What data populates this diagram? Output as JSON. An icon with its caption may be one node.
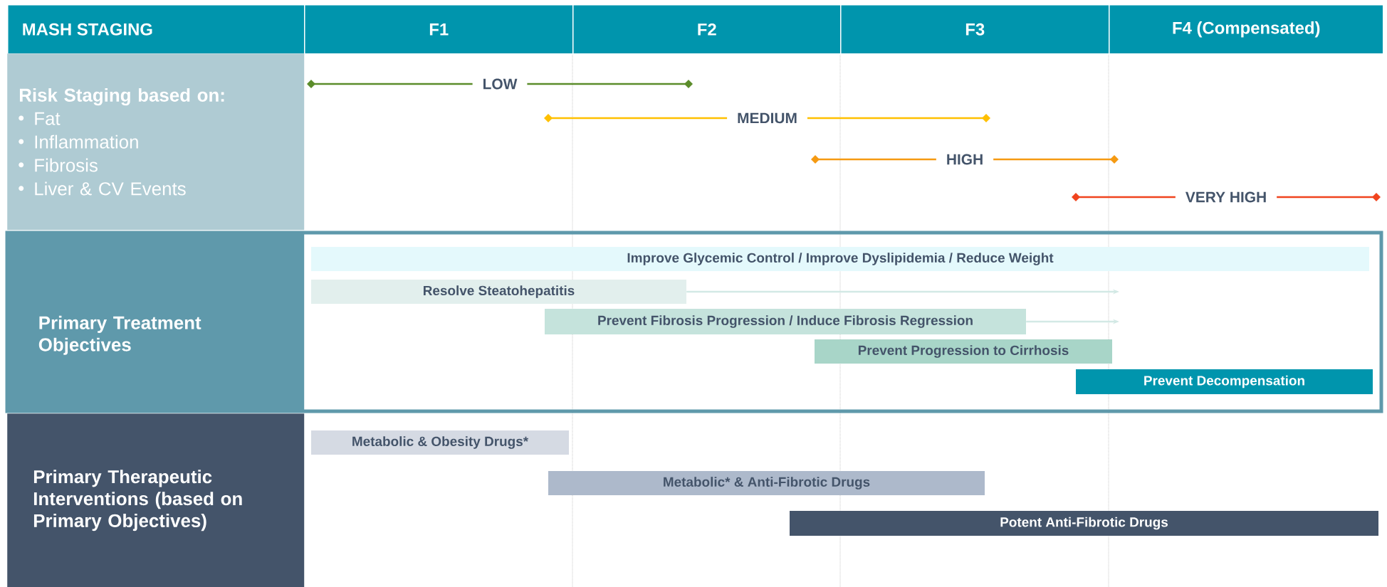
{
  "diagram": {
    "nodes": [
      {
        "text": [
          "MASH STAGING"
        ]
      },
      {
        "text": [
          "F1"
        ]
      },
      {
        "text": [
          "F2"
        ]
      },
      {
        "text": [
          "F3"
        ]
      },
      {
        "text": [
          "F4 (Compensated)"
        ]
      },
      {
        "text": [
          "Risk Staging based on:",
          "Fat",
          "Inflammation",
          "Fibrosis",
          "Liver & CV Events"
        ]
      },
      {
        "text": [
          "LOW"
        ]
      },
      {
        "text": [
          "MEDIUM"
        ]
      },
      {
        "text": [
          "HIGH"
        ]
      },
      {
        "text": [
          "VERY HIGH"
        ]
      },
      {
        "text": [
          "Primary Treatment Objectives"
        ]
      },
      {
        "text": [
          "Improve Glycemic Control / Improve Dyslipidemia / Reduce Weight"
        ]
      },
      {
        "text": [
          "Resolve Steatohepatitis"
        ]
      },
      {
        "text": [
          "Prevent Fibrosis Progression / Induce Fibrosis Regression"
        ]
      },
      {
        "text": [
          "Prevent Progression to Cirrhosis"
        ]
      },
      {
        "text": [
          "Prevent Decompensation"
        ]
      },
      {
        "text": [
          "Primary Therapeutic Interventions (based on Primary Objectives)"
        ]
      },
      {
        "text": [
          "Metabolic & Obesity Drugs*"
        ]
      },
      {
        "text": [
          "Metabolic* & Anti-Fibrotic Drugs"
        ]
      },
      {
        "text": [
          "Potent Anti-Fibrotic Drugs"
        ]
      }
    ],
    "edges": [
      {
        "from": 12,
        "to": null,
        "arrow": "to"
      },
      {
        "from": 13,
        "to": null,
        "arrow": "to"
      }
    ]
  }
}
